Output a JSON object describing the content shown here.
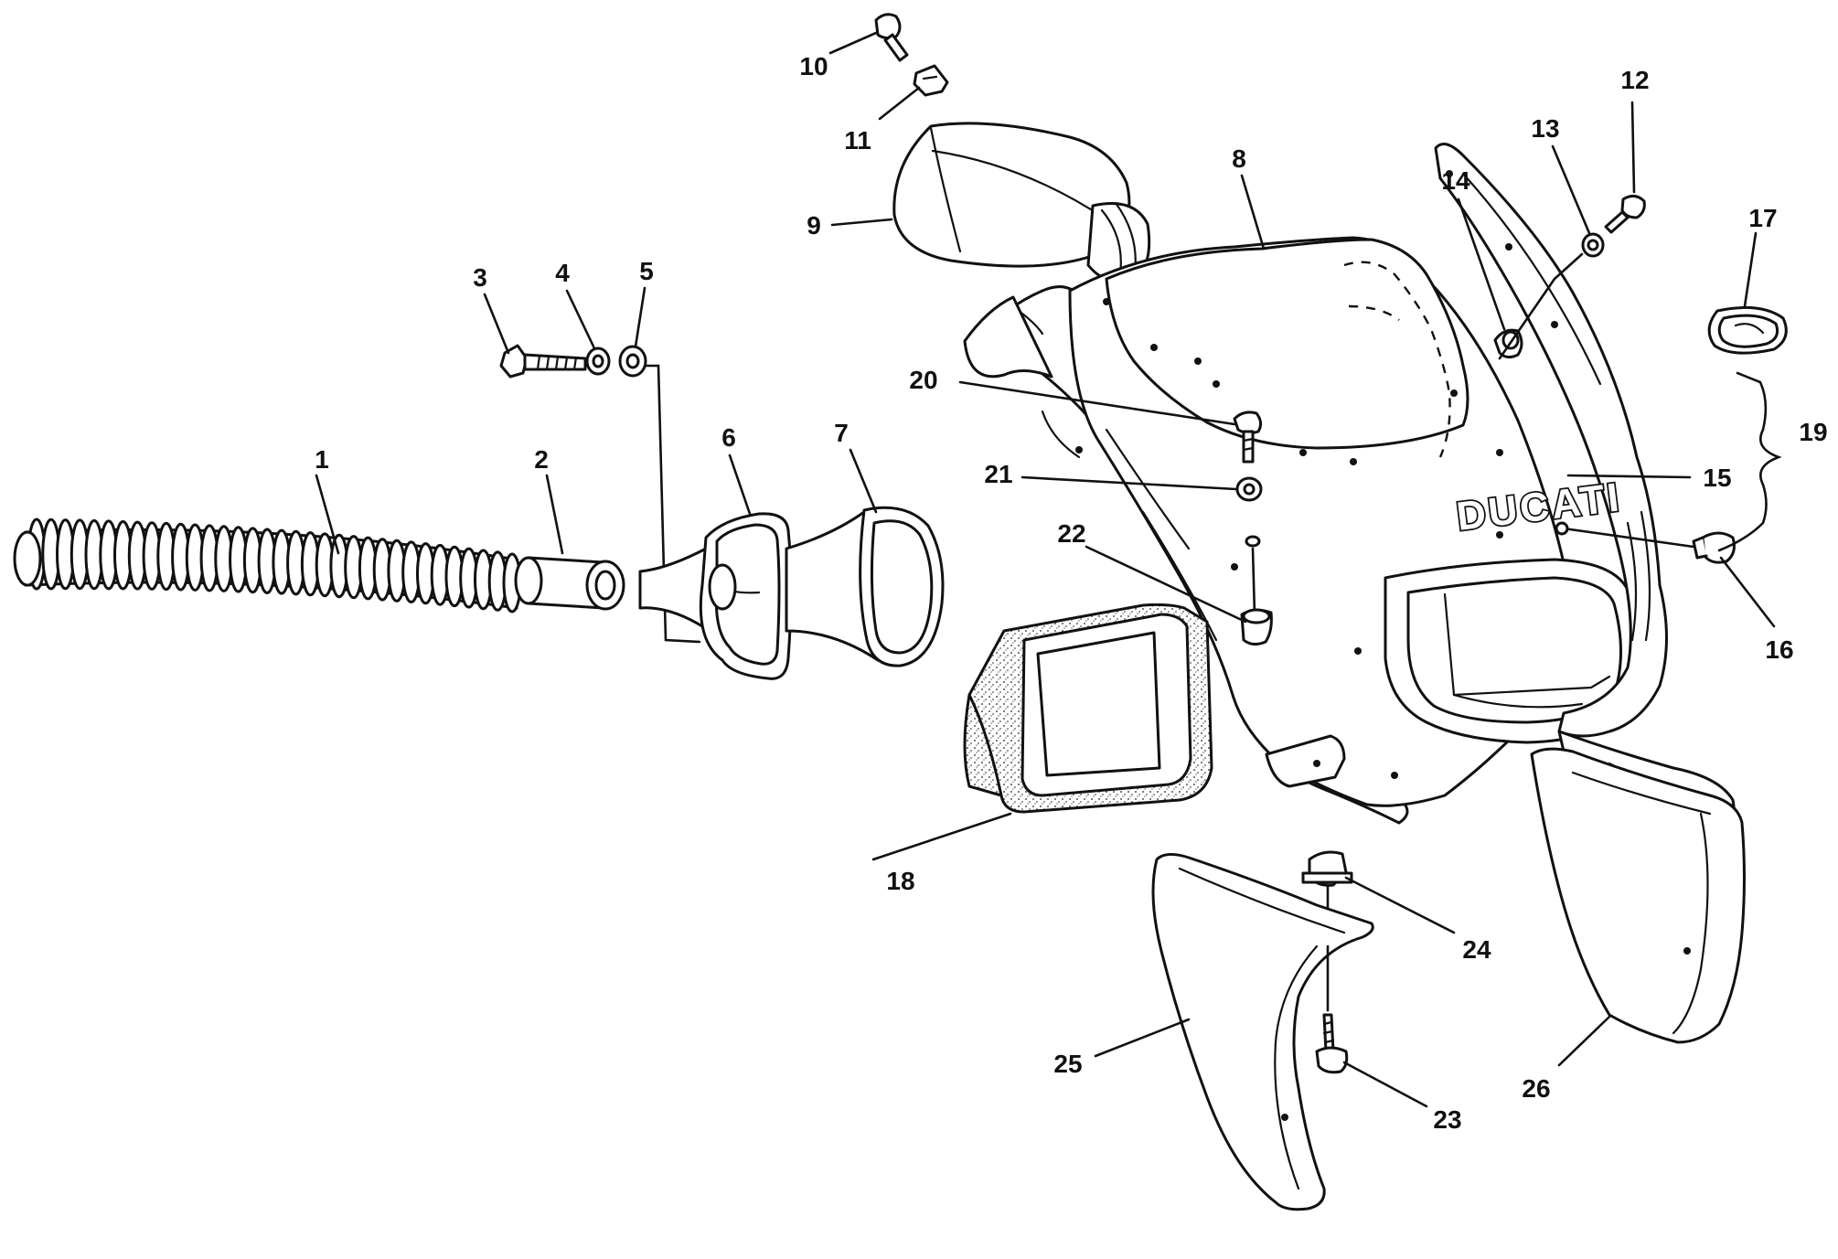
{
  "labels": {
    "p1": "1",
    "p2": "2",
    "p3": "3",
    "p4": "4",
    "p5": "5",
    "p6": "6",
    "p7": "7",
    "p8": "8",
    "p9": "9",
    "p10": "10",
    "p11": "11",
    "p12": "12",
    "p13": "13",
    "p14": "14",
    "p15": "15",
    "p16": "16",
    "p17": "17",
    "p18": "18",
    "p19": "19",
    "p20": "20",
    "p21": "21",
    "p22": "22",
    "p23": "23",
    "p24": "24",
    "p25": "25",
    "p26": "26"
  },
  "brand": {
    "text": "DUCATI"
  },
  "colors": {
    "line": "#111111",
    "background": "#ffffff"
  }
}
